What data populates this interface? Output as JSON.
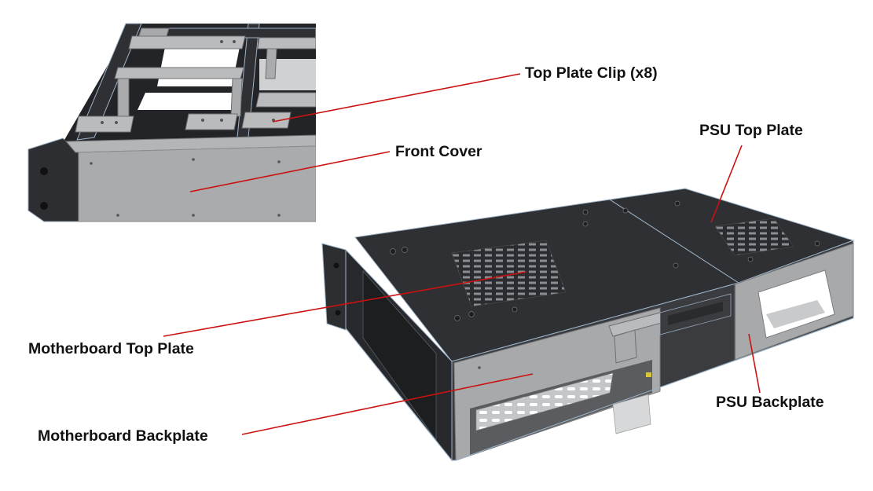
{
  "callouts": {
    "top_plate_clip": "Top Plate Clip (x8)",
    "front_cover": "Front Cover",
    "psu_top_plate": "PSU Top Plate",
    "motherboard_top_plate": "Motherboard Top Plate",
    "psu_backplate": "PSU Backplate",
    "motherboard_backplate": "Motherboard Backplate"
  },
  "colors": {
    "leader_line": "#cc1111",
    "chassis_dark": "#2e3033",
    "chassis_edge": "#9fb4c8",
    "sheet_metal": "#a9abad",
    "bracket": "#b9bbbd"
  }
}
